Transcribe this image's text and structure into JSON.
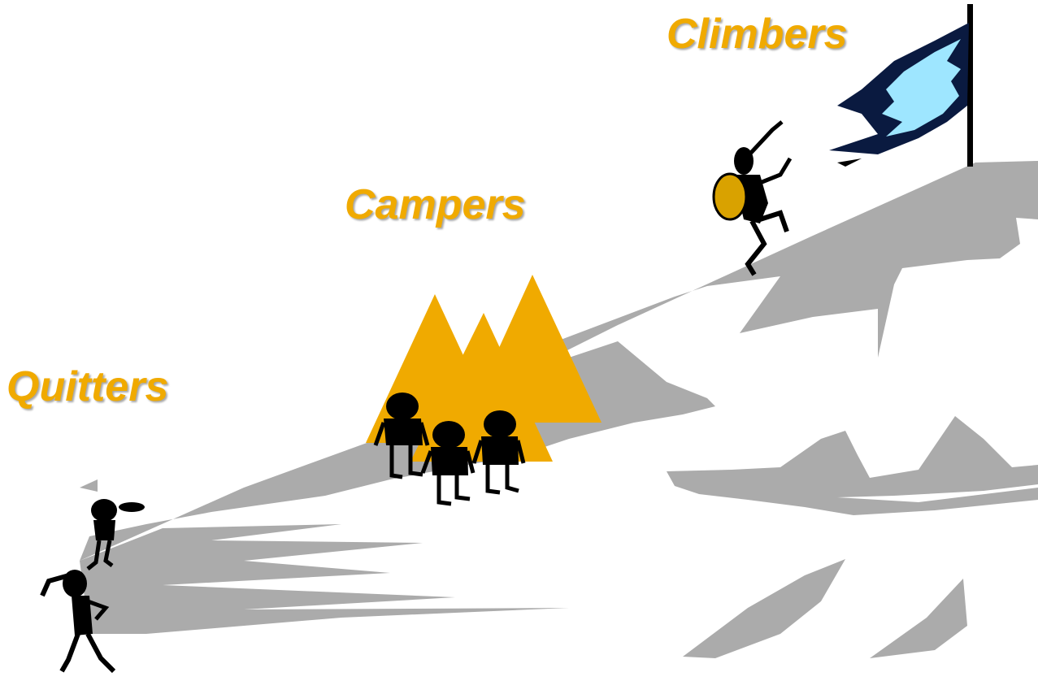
{
  "labels": {
    "quitters": "Quitters",
    "campers": "Campers",
    "climbers": "Climbers"
  },
  "colors": {
    "label": "#F0AA00",
    "tent": "#F0AA00",
    "mountain": "#ABABAB",
    "figure": "#000000",
    "flag_light": "#9EE6FF",
    "flag_dark": "#1F3F9F",
    "backpack": "#D9A200",
    "background": "#FFFFFF"
  },
  "icons": {
    "tent": "tent-icon",
    "flag": "flag-icon",
    "climber": "climber-figure",
    "camper": "camper-figure",
    "quitter": "quitter-figure"
  }
}
